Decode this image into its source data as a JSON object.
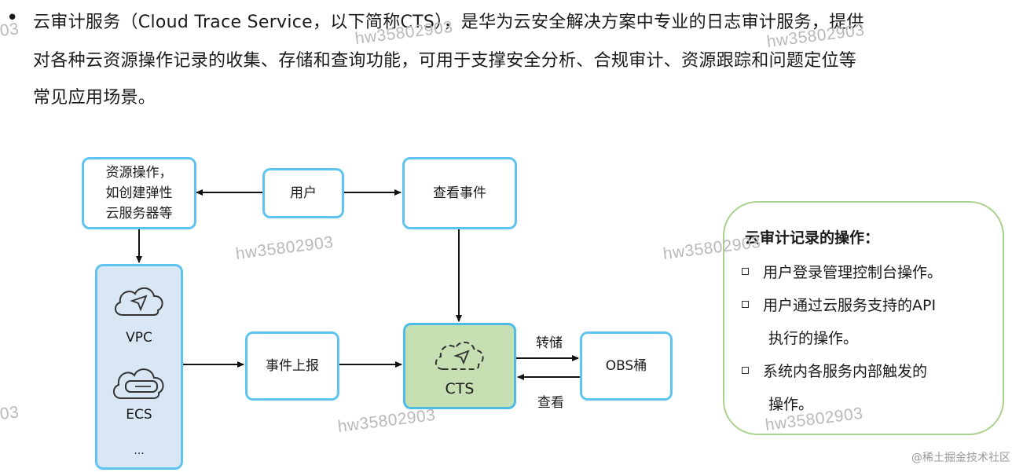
{
  "intro": {
    "bullet": "•",
    "lines": [
      "云审计服务（Cloud Trace Service，以下简称CTS），是华为云安全解决方案中专业的日志审计服务，提供",
      "对各种云资源操作记录的收集、存储和查询功能，可用于支撑安全分析、合规审计、资源跟踪和问题定位等",
      "常见应用场景。"
    ]
  },
  "diagram": {
    "resource_box": [
      "资源操作，",
      "如创建弹性",
      "云服务器等"
    ],
    "user_box": "用户",
    "view_event_box": "查看事件",
    "event_report_box": "事件上报",
    "cts_box": "CTS",
    "obs_box": "OBS桶",
    "services": {
      "vpc": "VPC",
      "ecs": "ECS",
      "more": "..."
    },
    "arrow_labels": {
      "dump": "转储",
      "view": "查看"
    }
  },
  "panel": {
    "title": "云审计记录的操作：",
    "items": [
      [
        "用户登录管理控制台操作。"
      ],
      [
        "用户通过云服务支持的API",
        "执行的操作。"
      ],
      [
        "系统内各服务内部触发的",
        "操作。"
      ]
    ]
  },
  "watermarks": [
    "03",
    "hw35802903",
    "hw35802903",
    "hw35802903",
    "hw35802903",
    "03",
    "hw35802903",
    "hw35802903"
  ],
  "footer": "@稀土掘金技术社区",
  "colors": {
    "box_border": "#5fc3ef",
    "cts_fill": "#c6e0b4",
    "column_fill": "#d9e6f4",
    "panel_border": "#a9d18e"
  }
}
